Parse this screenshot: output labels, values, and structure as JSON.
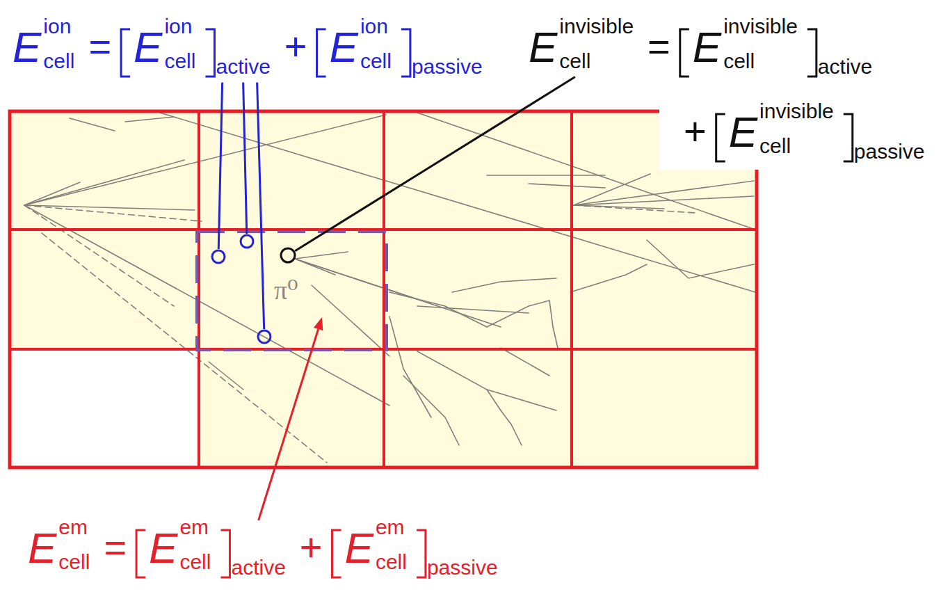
{
  "diagram": {
    "labels": [
      "E",
      "ion",
      "cell",
      "=",
      "E",
      "ion",
      "cell",
      "active",
      "+",
      "E",
      "ion",
      "cell",
      "passive",
      "E",
      "invisible",
      "cell",
      "=",
      "E",
      "invisible",
      "cell",
      "active",
      "+",
      "E",
      "invisible",
      "cell",
      "passive",
      "π⁰",
      "E",
      "em",
      "cell",
      "=",
      "E",
      "em",
      "cell",
      "active",
      "+",
      "E",
      "em",
      "cell",
      "passive"
    ]
  }
}
